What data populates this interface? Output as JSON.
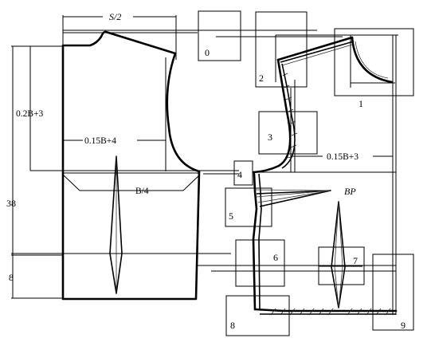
{
  "measurements": {
    "shoulder": "S/2",
    "upper": "0.2B+3",
    "chest_left": "0.15B+4",
    "bust_quarter": "B/4",
    "chest_right": "0.15B+3",
    "length": "38",
    "hem": "8"
  },
  "point_label": "BP",
  "detail_boxes": [
    "0",
    "1",
    "2",
    "3",
    "4",
    "5",
    "6",
    "7",
    "8",
    "9"
  ]
}
